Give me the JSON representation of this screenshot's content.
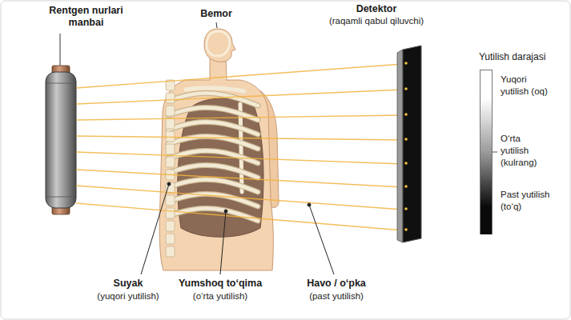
{
  "diagram": {
    "nodes": [
      {
        "text": [
          "Rentgen nurlari manbai"
        ]
      },
      {
        "text": [
          "Detektor",
          "(raqamli qabul qiluvchi)"
        ]
      }
    ],
    "labels": [
      "Bemor",
      "Yutilish darajasi",
      "Suyak",
      "(yuqori yutilish)",
      "Yumshoq to‘qima",
      "(o‘rta yutilish)",
      "Havo / o‘pka",
      "(past yutilish)"
    ],
    "legend": [
      {
        "text": "Yuqori yutilish (oq)",
        "color": "#ffffff"
      },
      {
        "text": "O‘rta yutilish (kulrang)",
        "color": "#9a9a9a"
      },
      {
        "text": "Past yutilish (to‘q)",
        "color": "#0a0a0a"
      }
    ]
  }
}
